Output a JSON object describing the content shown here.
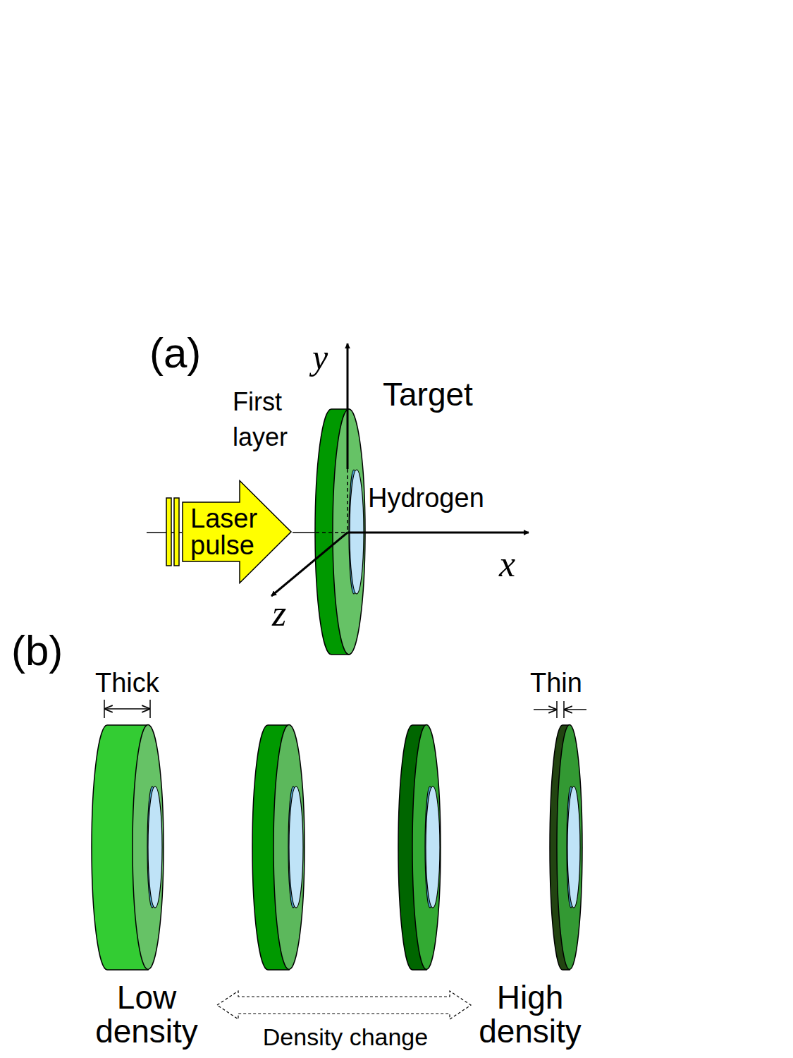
{
  "diagram": {
    "nodes": [
      {
        "text": [
          "Laser pulse"
        ]
      }
    ],
    "labels": [
      "(a)",
      "y",
      "First layer",
      "Target",
      "Hydrogen",
      "x",
      "z",
      "(b)",
      "Thick",
      "Thin",
      "Low density",
      "Density change",
      "High density"
    ]
  }
}
